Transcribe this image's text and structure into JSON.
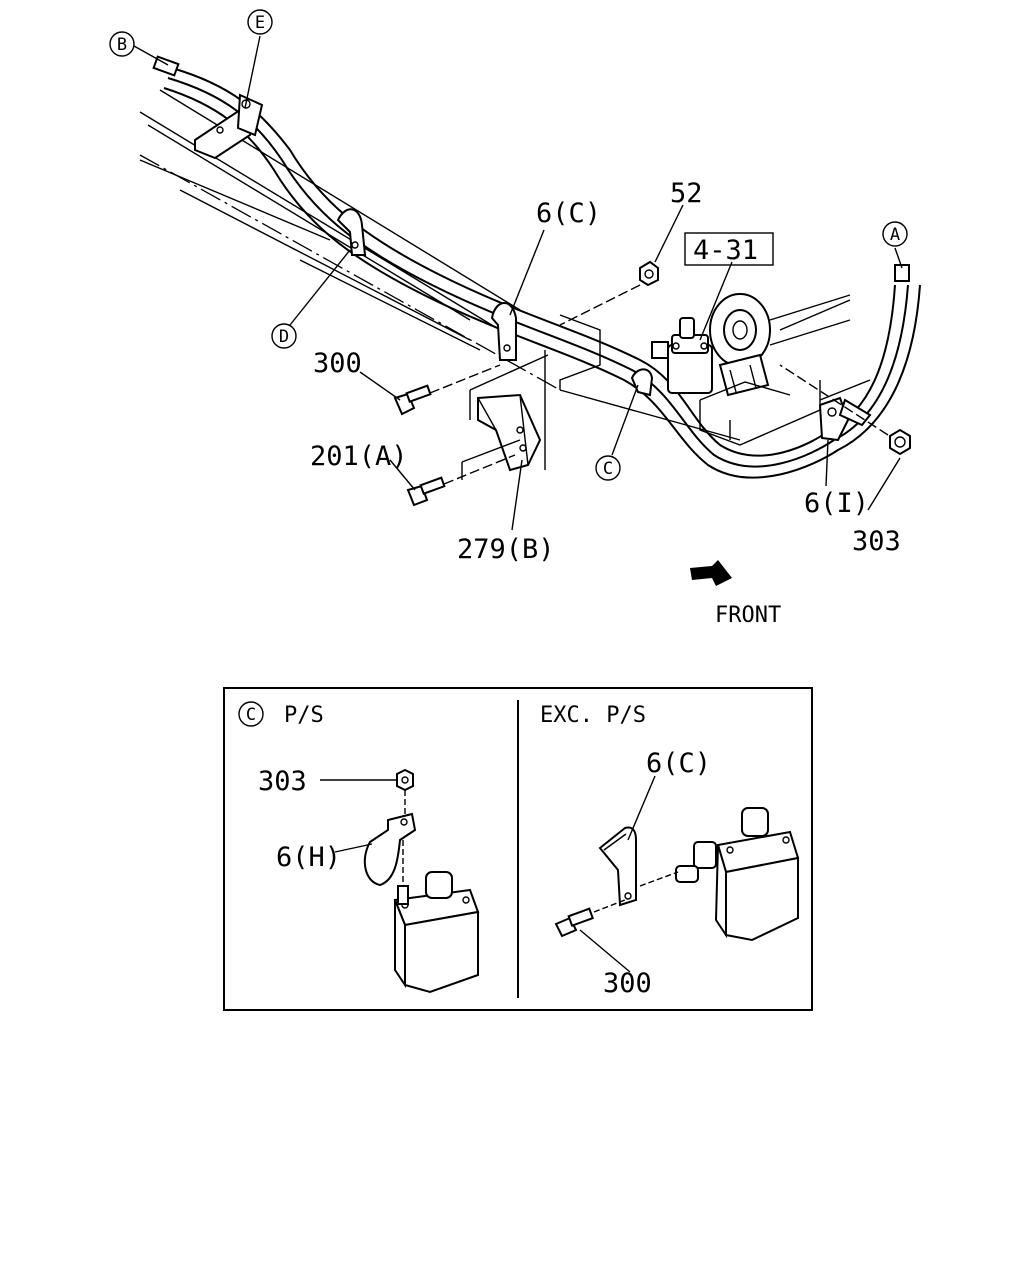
{
  "callouts": {
    "b": "B",
    "e": "E",
    "d": "D",
    "c": "C",
    "a": "A"
  },
  "labels": {
    "part_52": "52",
    "part_6c": "6(C)",
    "part_4_31": "4-31",
    "part_300": "300",
    "part_201a": "201(A)",
    "part_279b": "279(B)",
    "part_6i": "6(I)",
    "part_303": "303",
    "front": "FRONT"
  },
  "detail": {
    "callout": "C",
    "left_title": "P/S",
    "right_title": "EXC. P/S",
    "left_303": "303",
    "left_6h": "6(H)",
    "right_6c": "6(C)",
    "right_300": "300"
  }
}
